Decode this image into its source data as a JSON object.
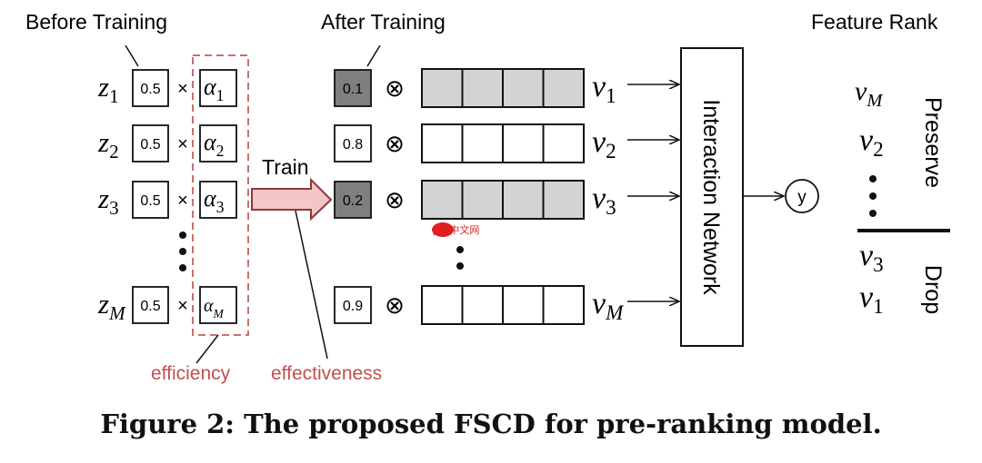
{
  "headers": {
    "before": "Before Training",
    "after": "After Training",
    "rank": "Feature Rank"
  },
  "rows": [
    {
      "z": "z",
      "zsub": "1",
      "init": "0.5",
      "alpha": "α",
      "asub": "1",
      "trained": "0.1",
      "dropped": true,
      "v": "v",
      "vsub": "1"
    },
    {
      "z": "z",
      "zsub": "2",
      "init": "0.5",
      "alpha": "α",
      "asub": "2",
      "trained": "0.8",
      "dropped": false,
      "v": "v",
      "vsub": "2"
    },
    {
      "z": "z",
      "zsub": "3",
      "init": "0.5",
      "alpha": "α",
      "asub": "3",
      "trained": "0.2",
      "dropped": true,
      "v": "v",
      "vsub": "3"
    },
    {
      "z": "z",
      "zsub": "M",
      "init": "0.5",
      "alpha": "α",
      "asub": "M",
      "trained": "0.9",
      "dropped": false,
      "v": "v",
      "vsub": "M"
    }
  ],
  "times": "×",
  "otimes": "⊗",
  "train_label": "Train",
  "efficiency": "efficiency",
  "effectiveness": "effectiveness",
  "network": "Interaction Network",
  "output": "y",
  "rank": {
    "preserve_label": "Preserve",
    "drop_label": "Drop",
    "preserve": [
      {
        "v": "v",
        "sub": "M"
      },
      {
        "v": "v",
        "sub": "2"
      }
    ],
    "drop": [
      {
        "v": "v",
        "sub": "3"
      },
      {
        "v": "v",
        "sub": "1"
      }
    ]
  },
  "watermark": "php中文网",
  "caption": "Figure 2: The proposed FSCD for pre-ranking model.",
  "colors": {
    "accent": "#c0504d",
    "dark": "#7f7f7f",
    "light": "#d3d3d3",
    "arrow_fill": "#f4c6c6"
  }
}
